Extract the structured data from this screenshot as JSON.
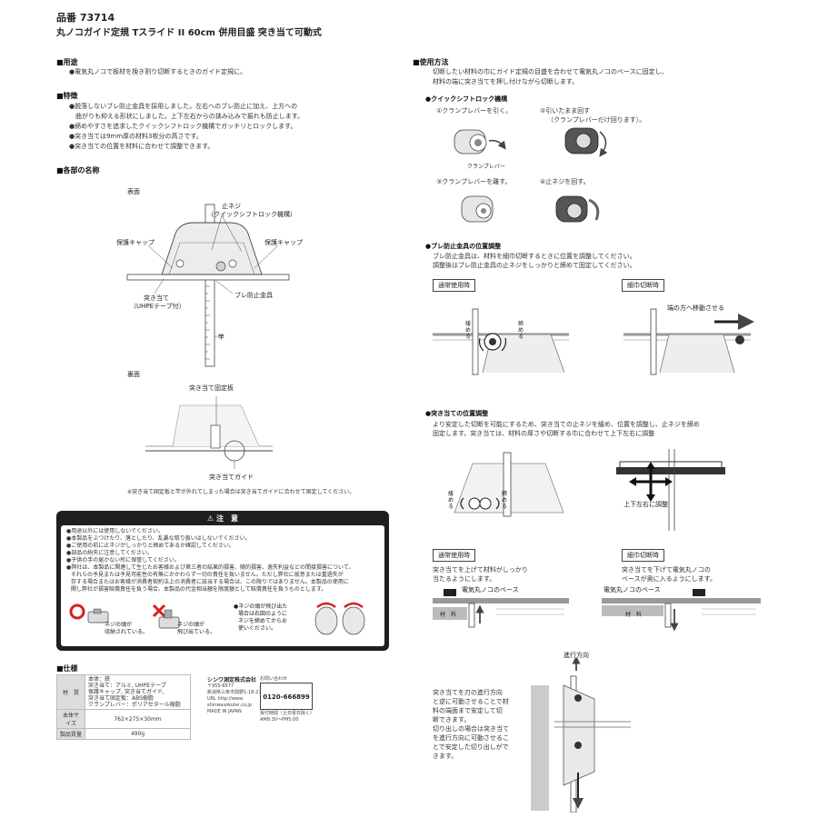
{
  "header": {
    "part_number": "品番 73714",
    "product_name": "丸ノコガイド定規 Tスライド II 60cm 併用目盛 突き当て可動式"
  },
  "sections": {
    "use": {
      "heading": "■用途",
      "text": "●電気丸ノコで板材を挽き割り切断するときのガイド定規に。"
    },
    "features": {
      "heading": "■特徴",
      "items": [
        "●脱落しないブレ防止金具を採用しました。左右へのブレ防止に加え、上方への",
        "曲がりも抑える形状にしました。上下左右からの挟み込みで振れも防止します。",
        "●締めやすさを追求したクイックシフトロック機構でガッチリとロックします。",
        "●突き当ては9mm厚の材料3枚分の高さです。",
        "●突き当ての位置を材料に合わせて調整できます。"
      ]
    },
    "parts": {
      "heading": "■各部の名称",
      "front": "表面",
      "stop_screw_1": "止ネジ",
      "stop_screw_2": "（クイックシフトロック機構）",
      "cap_left": "保護キャップ",
      "cap_right": "保護キャップ",
      "abutment_1": "突き当て",
      "abutment_2": "（UHPEテープ付）",
      "anti_wobble": "ブレ防止金具",
      "rod": "竿",
      "back": "裏面",
      "fix_plate": "突き当て固定板",
      "guide": "突き当てガイド",
      "note": "※突き当て固定板と竿が外れてしまった場合は突き当てガイドに合わせて固定してください。"
    },
    "caution": {
      "title": "⚠ 注　意",
      "items": [
        "●用途以外には使用しないでください。",
        "●本製品をぶつけたり、落としたり、乱暴な取り扱いはしないでください。",
        "●ご使用の前に止ネジがしっかりと締めてあるか確認してください。",
        "●部品の紛失に注意してください。",
        "●子供の手の届かない所に保管してください。",
        "●弊社は、本製品に関連して生じたお客様および第三者の結果的損害、随的損害、逸失利益などの間接損害について、",
        "それらの予見または予見可能性の有無にかかわらず一切の責任を負いません。ただし弊社に故意または重過失が",
        "存する場合またはお客様が消費者契約法上の消費者に該当する場合は、この限りではありません。本製品の使用に",
        "関し弊社が損害賠償責任を負う場合、本製品の代金相当額を限度額として賠償責任を負うものとします。"
      ],
      "ok_1": "ネジの頭が",
      "ok_2": "収納されている。",
      "ng_1": "ネジの頭が",
      "ng_2": "飛び出ている。",
      "tip_1": "●ネジの頭が飛び出た",
      "tip_2": "場合は右図のように",
      "tip_3": "ネジを締めてからお",
      "tip_4": "使いください。"
    },
    "spec": {
      "heading": "■仕様",
      "material_key": "材　質",
      "material_lines": [
        "本体：鉄",
        "突き当て：アルミ, UHPEテープ",
        "保護キャップ, 突き当てガイド,",
        "突き当て固定板：ABS樹脂",
        "クランプレバー：ポリアセタール樹脂"
      ],
      "size_key": "本体サイズ",
      "size_val": "762×275×30mm",
      "weight_key": "製品質量",
      "weight_val": "490g"
    },
    "company": {
      "name": "シンワ測定株式会社",
      "lines": [
        "〒955-8577",
        "新潟県三条市興野1-18-27",
        "URL http://www.",
        "shinwasokutei.co.jp"
      ],
      "made": "MADE IN JAPAN",
      "inquiry": "お問い合わせ",
      "phone": "0120-666899",
      "phone_note": "受付時間（土日祝日除く）",
      "hours": "AM8:30〜PM5:00"
    },
    "how_to": {
      "heading": "■使用方法",
      "intro_1": "切断したい材料の巾にガイド定規の目盛を合わせて電気丸ノコのベースに固定し、",
      "intro_2": "材料の端に突き当てを押し付けながら切断します。",
      "quick_heading": "●クイックシフトロック機構",
      "step1": "①クランプレバーを引く。",
      "step2_1": "②引いたまま回す",
      "step2_2": "（クランプレバーだけ回ります）。",
      "clamp_lever": "クランプレバー",
      "step3": "③クランプレバーを離す。",
      "step4": "④止ネジを回す。",
      "wobble_heading": "●ブレ防止金具の位置調整",
      "wobble_1": "ブレ防止金具は、材料を細巾切断するときに位置を調整してください。",
      "wobble_2": "調整後はブレ防止金具の止ネジをしっかりと締めて固定してください。",
      "normal": "通常使用時",
      "narrow": "細巾切断時",
      "loosen": "緩める",
      "tighten": "締める",
      "move_end": "端の方へ移動させる",
      "abut_heading": "●突き当ての位置調整",
      "abut_1": "より安定した切断を可能にするため、突き当ての止ネジを緩め、位置を調整し、止ネジを締め",
      "abut_2": "固定します。突き当ては、材料の厚さや切断する巾に合わせて上下左右に調整",
      "loosen2": "緩める",
      "tighten2": "締める",
      "updown": "上下左右に調整",
      "normal2": "通常使用時",
      "narrow2": "細巾切断時",
      "normal2_1": "突き当てを上げて材料がしっかり",
      "normal2_2": "当たるようにします。",
      "narrow2_1": "突き当てを下げて電気丸ノコの",
      "narrow2_2": "ベースが奥に入るようにします。",
      "base_left": "電気丸ノコのベース",
      "base_right": "電気丸ノコのベース",
      "material_left": "材　料",
      "material_right": "材　料",
      "direction": "進行方向",
      "move_lines": [
        "突き当てを刃の進行方向",
        "と逆に可動させることで材",
        "料の端面まで安定して切",
        "断できます。",
        "切り出しの場合は突き当て",
        "を進行方向に可動させるこ",
        "とで安定した切り出しがで",
        "きます。"
      ]
    }
  },
  "colors": {
    "caution_bg": "#1f1f1f",
    "part_gray": "#bdbdbd",
    "line": "#444444"
  }
}
